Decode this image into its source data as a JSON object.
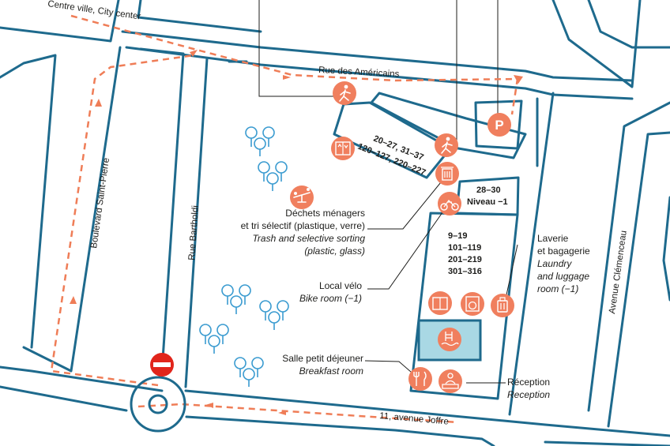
{
  "streets": {
    "city_center": "Centre ville, City center",
    "americains": "Rue des Américains",
    "saint_pierre": "Boulevard Saint-Pierre",
    "bartholdi": "Rue Bartholdi",
    "clemenceau": "Avenue Clémenceau",
    "joffre": "11, avenue Joffre"
  },
  "rooms": {
    "block_a_line1": "20–27, 31–37",
    "block_a_line2": "120–127, 220–227",
    "block_b_line1": "28–30",
    "block_b_line2": "Niveau −1",
    "block_c_line1": "9–19",
    "block_c_line2": "101–119",
    "block_c_line3": "201–219",
    "block_c_line4": "301–316"
  },
  "labels": {
    "waste_fr1": "Déchets ménagers",
    "waste_fr2": "et tri sélectif (plastique, verre)",
    "waste_en1": "Trash and selective sorting",
    "waste_en2": "(plastic, glass)",
    "bike_fr": "Local vélo",
    "bike_en": "Bike room (−1)",
    "laundry_fr1": "Laverie",
    "laundry_fr2": "et bagagerie",
    "laundry_en1": "Laundry",
    "laundry_en2": "and luggage",
    "laundry_en3": "room (−1)",
    "breakfast_fr": "Salle petit déjeuner",
    "breakfast_en": "Breakfast room",
    "reception_fr": "Réception",
    "reception_en": "Reception"
  },
  "colors": {
    "road": "#1e6a8d",
    "route": "#ef7d57",
    "icon": "#f07f5e",
    "tree": "#3a9bd0",
    "pool": "#a9d8e4",
    "no_entry": "#e1251b"
  },
  "icons": [
    "pedestrian-icon",
    "parking-icon",
    "elevator-icon",
    "trash-icon",
    "bicycle-icon",
    "playground-icon",
    "restaurant-icon",
    "reception-icon",
    "laundry-icon",
    "luggage-icon",
    "pool-icon",
    "no-entry-icon",
    "tree-icon"
  ]
}
